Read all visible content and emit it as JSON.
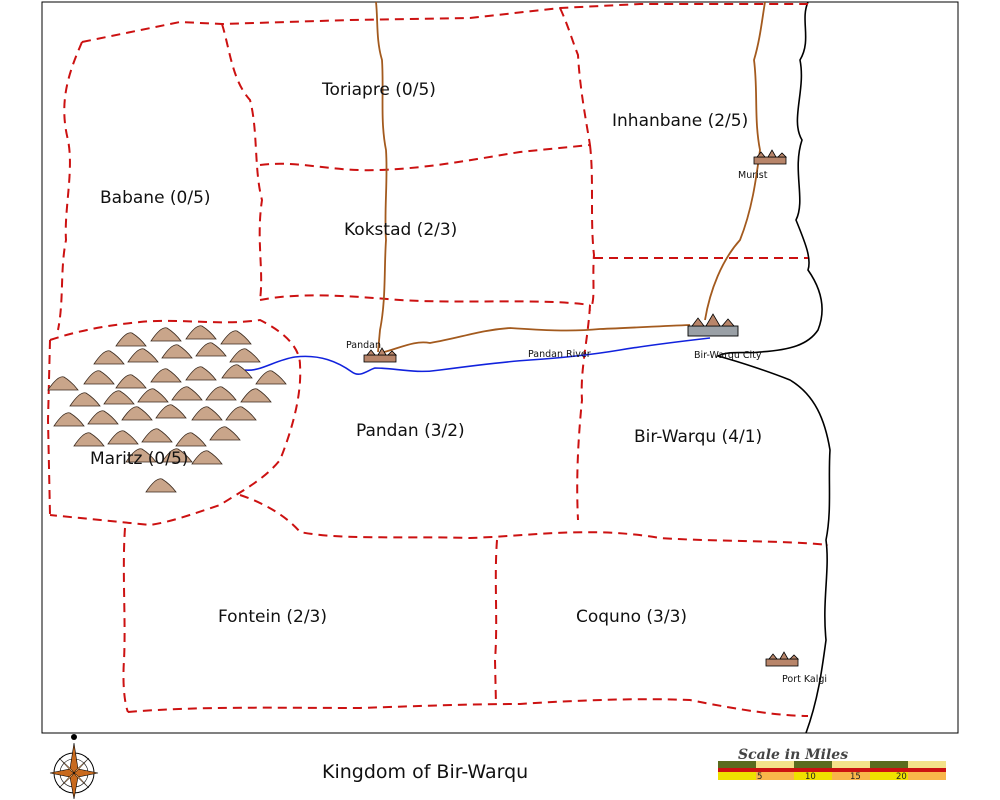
{
  "title": "Kingdom of Bir-Warqu",
  "regions": [
    {
      "name": "Toriapre (0/5)"
    },
    {
      "name": "Inhanbane (2/5)"
    },
    {
      "name": "Babane (0/5)"
    },
    {
      "name": "Kokstad (2/3)"
    },
    {
      "name": "Pandan (3/2)"
    },
    {
      "name": "Bir-Warqu (4/1)"
    },
    {
      "name": "Maritz (0/5)"
    },
    {
      "name": "Fontein (2/3)"
    },
    {
      "name": "Coquno (3/3)"
    }
  ],
  "towns": {
    "murist": "Murist",
    "pandan": "Pandan",
    "bir_warqu_city": "Bir-Warqu City",
    "port_kalgi": "Port Kalgi"
  },
  "features": {
    "river": "Pandan River"
  },
  "scale": {
    "title": "Scale in Miles",
    "ticks": [
      "5",
      "10",
      "15",
      "20"
    ]
  },
  "colors": {
    "border": "#cc1111",
    "road": "#a35a1e",
    "river": "#1122dd",
    "coast": "#000000",
    "mountain": "#c9a58a"
  },
  "icons": [
    "compass-rose-icon",
    "town-icon",
    "mountain-icon"
  ]
}
